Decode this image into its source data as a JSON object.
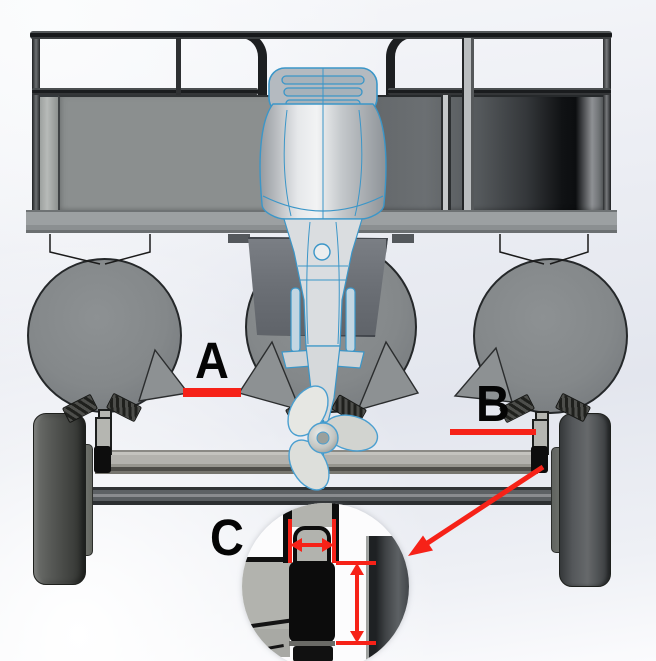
{
  "figure": {
    "title": "pontoon-boat-rear-view-on-trailer",
    "callouts": {
      "a": {
        "label": "A",
        "marker": "horizontal-red-line",
        "location": "gap-between-left-and-center-pontoon-fins"
      },
      "b": {
        "label": "B",
        "marker": "horizontal-red-line",
        "location": "right-pontoon-trailer-bracket"
      },
      "c": {
        "label": "C",
        "marker": "magnified-detail-circle",
        "location": "bracket-width-and-height-dimensions"
      }
    },
    "detail_inset": {
      "shape": "circle",
      "dimension_arrows": [
        "horizontal-double-arrow",
        "vertical-double-arrow"
      ],
      "leader": "red-arrow-from-right-bracket-to-circle"
    },
    "colors": {
      "annotation_red": "#f62218",
      "wireframe_blue": "#3b96c8",
      "label_black": "#050505"
    }
  }
}
